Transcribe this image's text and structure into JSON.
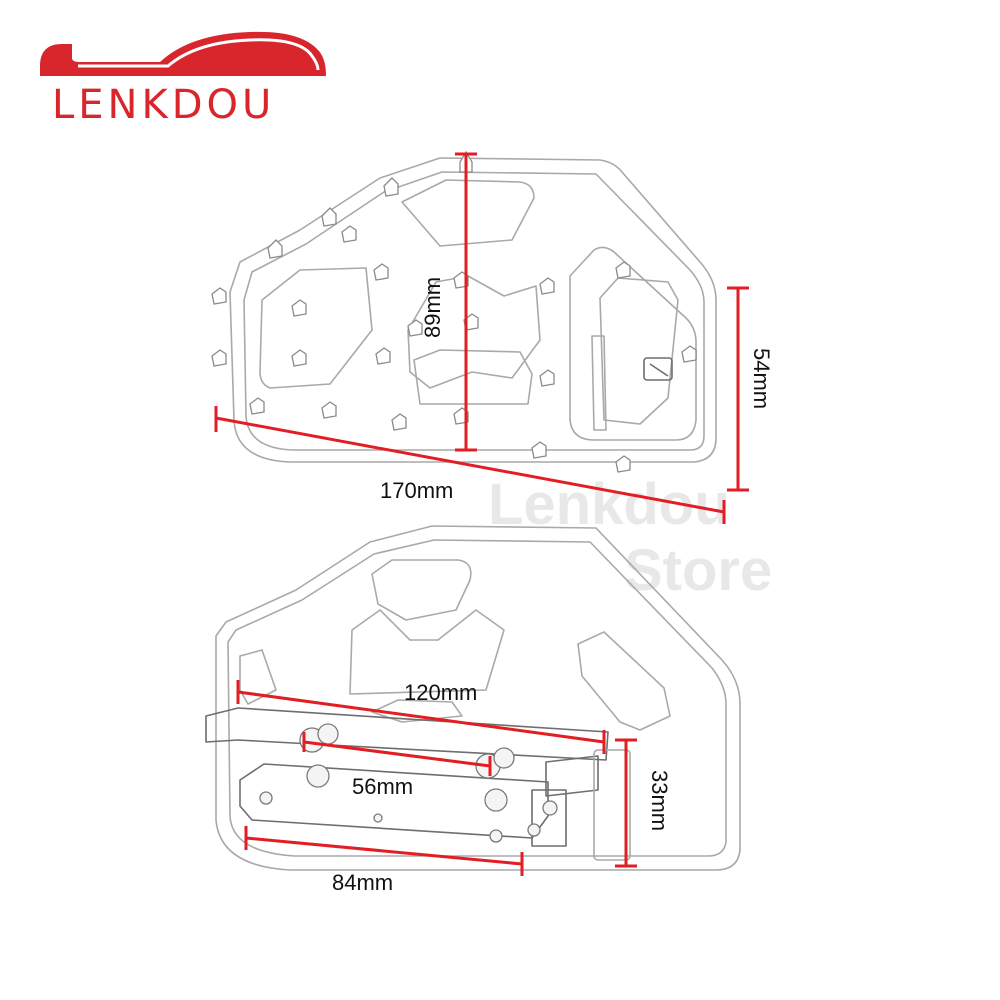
{
  "brand": {
    "logo_text": "LENKDOU",
    "logo_color": "#d8262c"
  },
  "watermark": {
    "line1": "Lenkdou",
    "line2": "Store"
  },
  "dimension_color": "#e21d23",
  "top_view": {
    "width_label": "170mm",
    "height_label": "89mm",
    "side_label": "54mm"
  },
  "bottom_view": {
    "span_label": "120mm",
    "bolt_spacing_label": "56mm",
    "clamp_length_label": "84mm",
    "clamp_height_label": "33mm"
  }
}
